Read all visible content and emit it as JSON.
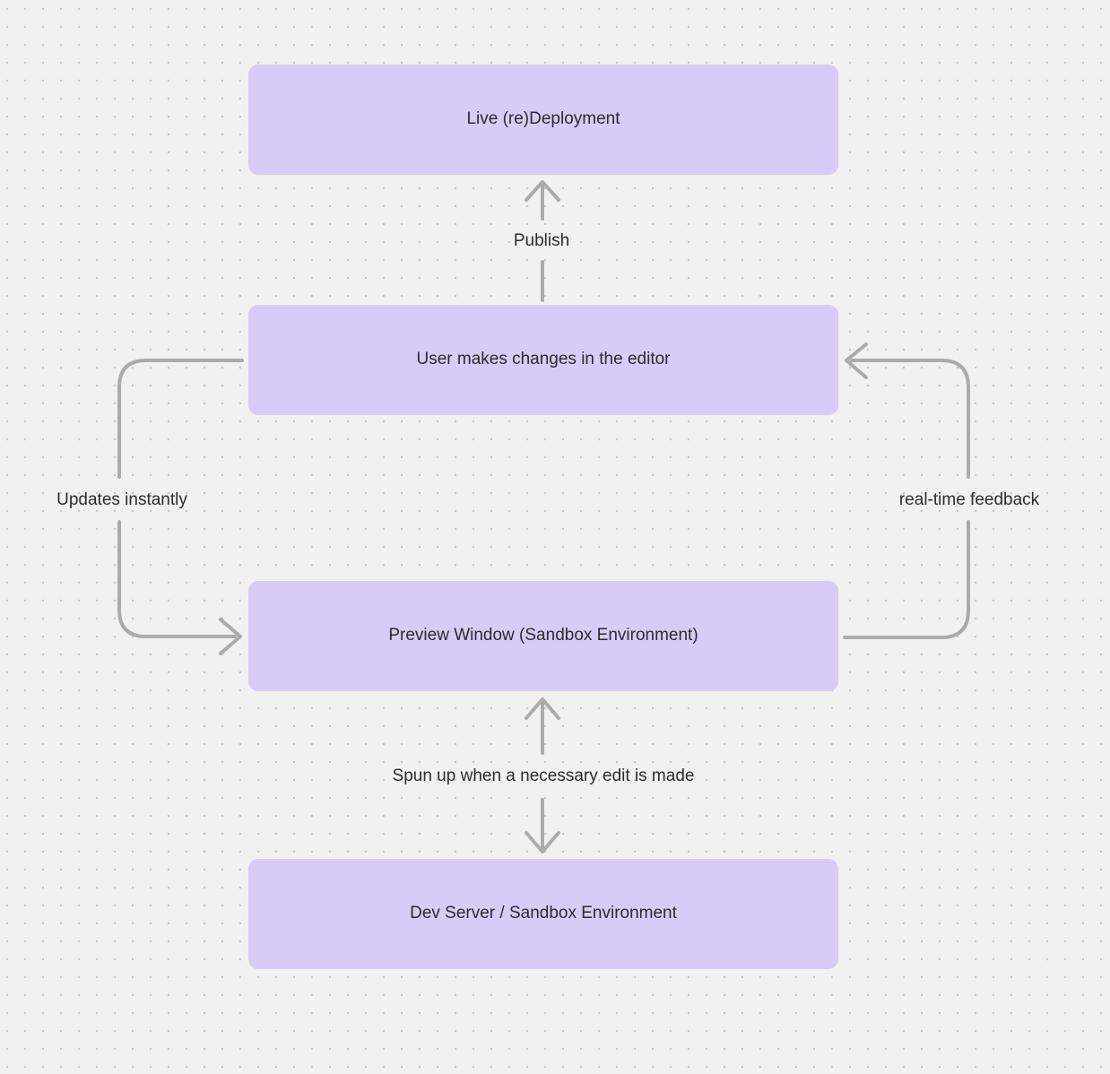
{
  "canvas": {
    "background_color": "#f2f1f1",
    "dot_color": "#c8c6c6",
    "node_fill": "#d7ccf6",
    "arrow_color": "#acaaaa",
    "text_color": "#2c2c2e"
  },
  "diagram": {
    "nodes": [
      {
        "id": "live-deployment",
        "label": "Live (re)Deployment"
      },
      {
        "id": "editor",
        "label": "User makes changes in the editor"
      },
      {
        "id": "preview",
        "label": "Preview Window (Sandbox Environment)"
      },
      {
        "id": "dev-server",
        "label": "Dev Server / Sandbox Environment"
      }
    ],
    "edges": [
      {
        "id": "publish",
        "label": "Publish",
        "from": "editor",
        "to": "live-deployment"
      },
      {
        "id": "updates-instantly",
        "label": "Updates instantly",
        "from": "editor",
        "to": "preview"
      },
      {
        "id": "real-time-feedback",
        "label": "real-time feedback",
        "from": "preview",
        "to": "editor"
      },
      {
        "id": "spun-up",
        "label": "Spun up when a necessary edit is made",
        "from": "preview",
        "to": "dev-server",
        "bidirectional": true
      }
    ]
  }
}
